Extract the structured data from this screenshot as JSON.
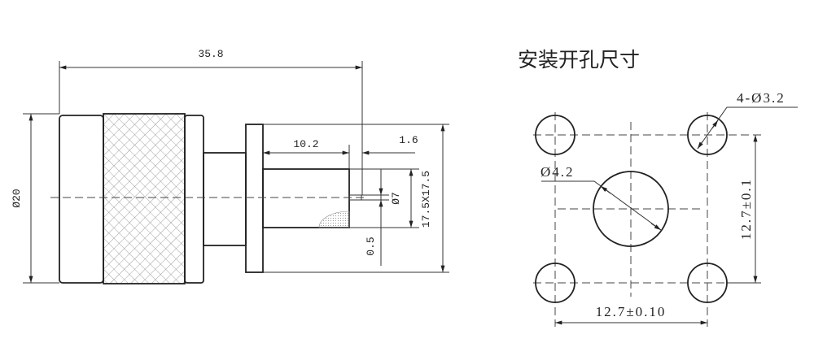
{
  "side_view": {
    "overall_length": "35.8",
    "diameter": "Ø20",
    "body_length": "10.2",
    "pin_length": "1.6",
    "pin_diameter": "Ø7",
    "flange_size": "17.5X17.5",
    "offset": "0.5"
  },
  "mounting": {
    "title": "安装开孔尺寸",
    "corner_holes": "4-Ø3.2",
    "center_hole": "Ø4.2",
    "vertical_spacing": "12.7±0.1",
    "horizontal_spacing": "12.7±0.10"
  },
  "colors": {
    "line": "#222222"
  }
}
